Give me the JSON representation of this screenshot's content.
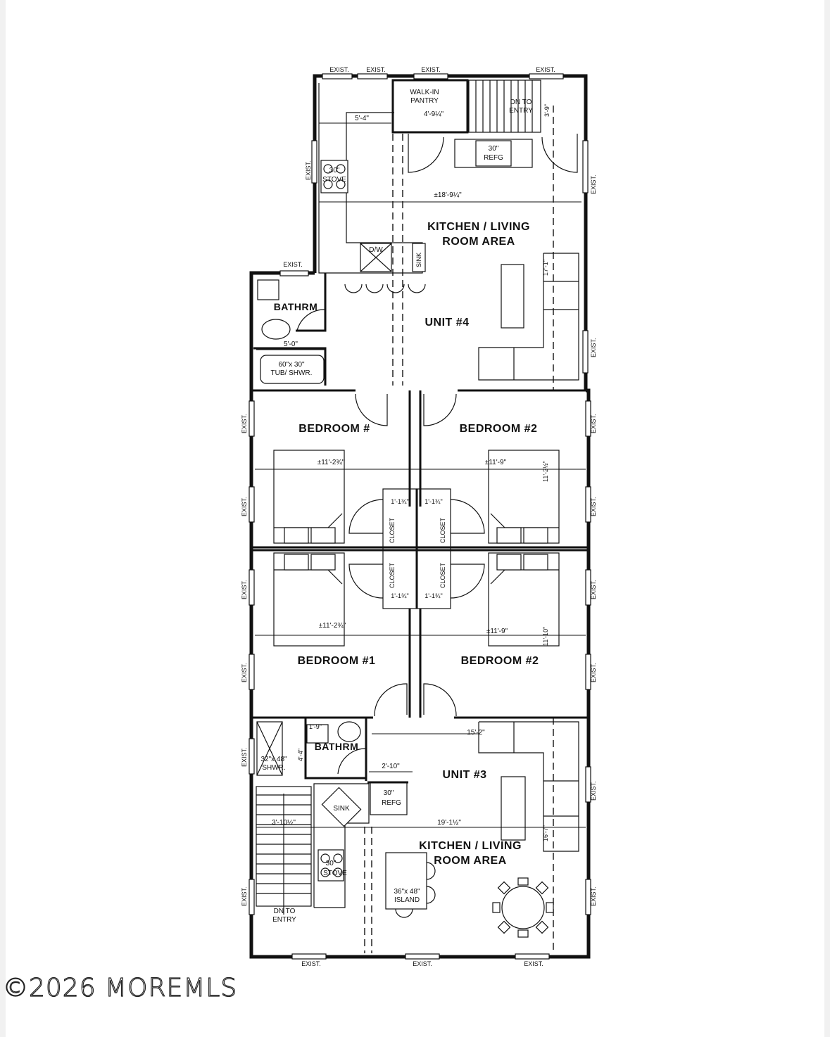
{
  "rooms": {
    "kitchen_living_4": [
      "KITCHEN / LIVING",
      "ROOM AREA"
    ],
    "unit4": "UNIT #4",
    "bathroom_top": "BATHRM",
    "bedroom1_top": "BEDROOM #",
    "bedroom2_top": "BEDROOM #2",
    "bedroom1_bottom": "BEDROOM #1",
    "bedroom2_bottom": "BEDROOM #2",
    "bathroom_bottom": "BATHRM",
    "unit3": "UNIT #3",
    "kitchen_living_3": [
      "KITCHEN / LIVING",
      "ROOM AREA"
    ],
    "closet": "CLOSET"
  },
  "fixtures": {
    "walk_in_pantry": [
      "WALK-IN",
      "PANTRY"
    ],
    "dn_to_entry_top": [
      "DN TO",
      "ENTRY"
    ],
    "refg_top": [
      "30\"",
      "REFG"
    ],
    "stove_top": [
      "30\"",
      "STOVE"
    ],
    "dw": "D/W",
    "sink_top": "SINK",
    "tub": [
      "60\"x 30\"",
      "TUB/ SHWR."
    ],
    "shower_bottom": [
      "32\"x 48\"",
      "SHWR."
    ],
    "sink_bottom": "SINK",
    "refg_bottom": [
      "30\"",
      "REFG"
    ],
    "stove_bottom": [
      "30\"",
      "STOVE"
    ],
    "island": [
      "36\"x 48\"",
      "ISLAND"
    ],
    "dn_to_entry_bottom": [
      "DN TO",
      "ENTRY"
    ]
  },
  "dimensions": {
    "d_5_4": "5'-4\"",
    "d_4_9": "4'-9¼\"",
    "d_3_9": "3'-9\"",
    "d_18_9": "±18'-9¼\"",
    "d_17_1": "17'-1\"",
    "d_5_0": "5'-0\"",
    "d_11_2_a": "±11'-2¾\"",
    "d_11_9_a": "±11'-9\"",
    "d_11_2_v": "11'-2½\"",
    "d_1_1_a": "1'-1¾\"",
    "d_1_1_b": "1'-1¾\"",
    "d_1_1_c": "1'-1¾\"",
    "d_1_1_d": "1'-1¾\"",
    "d_11_2_b": "±11'-2¾\"",
    "d_11_9_b": "±11'-9\"",
    "d_11_10_v": "11'-10\"",
    "d_15_2": "15'-2\"",
    "d_1_9": "1'-9\"",
    "d_4_4": "4'-4\"",
    "d_2_10": "2'-10\"",
    "d_3_10": "3'-10½\"",
    "d_19_1": "19'-1½\"",
    "d_16_7": "16'-7\""
  },
  "exist": "EXIST.",
  "watermark": "©2026 MOREMLS"
}
